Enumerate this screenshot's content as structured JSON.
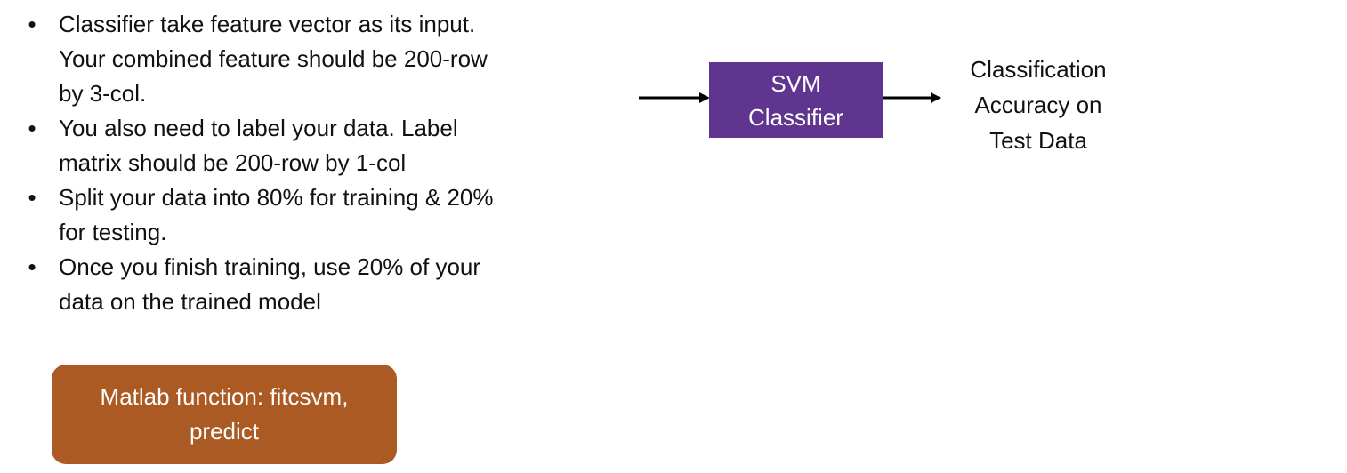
{
  "bullets": [
    {
      "marker": "•",
      "lines": [
        "Classifier take feature vector as its input.",
        "Your combined feature should be 200-row",
        "by 3-col."
      ]
    },
    {
      "marker": "•",
      "lines": [
        "You also need to label your data. Label",
        "matrix should be 200-row by 1-col"
      ]
    },
    {
      "marker": "•",
      "lines": [
        "Split your data into 80% for training & 20%",
        "for testing."
      ]
    },
    {
      "marker": "•",
      "lines": [
        "Once you finish training, use 20% of your",
        "data on the trained model"
      ]
    }
  ],
  "function_box": {
    "lines": [
      "Matlab function: fitcsvm,",
      "predict"
    ],
    "color": "#ab5a24"
  },
  "diagram": {
    "classifier": {
      "lines": [
        "SVM",
        "Classifier"
      ],
      "color": "#5f3590"
    },
    "output": {
      "lines": [
        "Classification",
        "Accuracy on",
        "Test Data"
      ]
    },
    "arrow_color": "#000000"
  }
}
